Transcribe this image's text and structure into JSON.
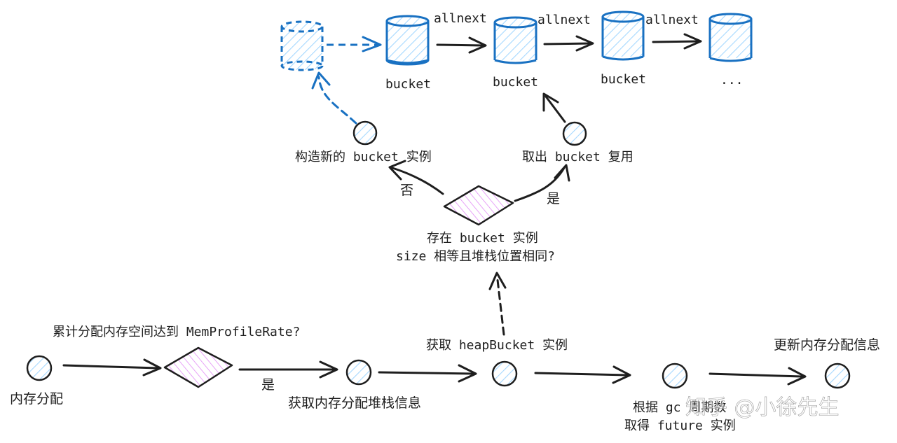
{
  "colors": {
    "ink": "#1e1e1e",
    "blue": "#1971c2",
    "hatch_blue": "#a5d8ff",
    "hatch_pink": "#e599f7"
  },
  "top_chain": {
    "edge_label": "allnext",
    "bucket_label": "bucket",
    "ellipsis": "..."
  },
  "decision_top": {
    "line1": "存在 bucket 实例",
    "line2": "size 相等且堆栈位置相同?",
    "no_label": "否",
    "yes_label": "是"
  },
  "new_bucket": {
    "label": "构造新的 bucket 实例"
  },
  "reuse_bucket": {
    "label": "取出 bucket 复用"
  },
  "bottom_flow": {
    "start_label": "内存分配",
    "decision_label": "累计分配内存空间达到 MemProfileRate?",
    "yes_label": "是",
    "stack_label": "获取内存分配堆栈信息",
    "heap_label": "获取 heapBucket 实例",
    "future_line1": "根据 gc 周期数",
    "future_line2": "取得 future 实例",
    "update_label": "更新内存分配信息"
  },
  "watermark": "知乎 @小徐先生"
}
